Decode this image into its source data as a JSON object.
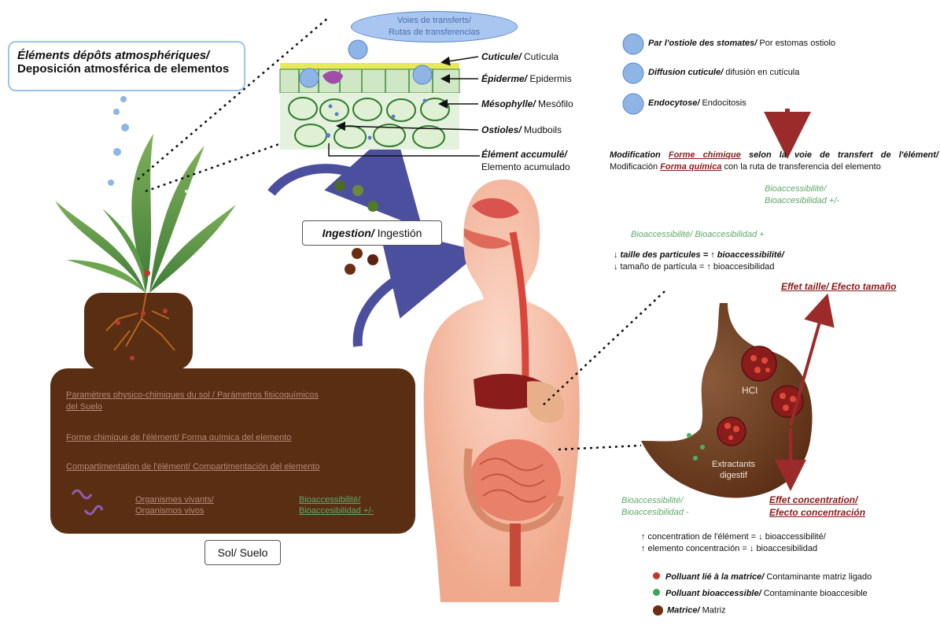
{
  "atmospheric_box": {
    "line1": "Éléments dépôts atmosphériques/",
    "line2": "Deposición atmosférica de elementos"
  },
  "transfer_routes_bubble": {
    "line1": "Voies de transferts/",
    "line2": "Rutas de transferencias"
  },
  "leaf_labels": {
    "cuticle_fr": "Cuticule/",
    "cuticle_es": " Cutícula",
    "epidermis_fr": "Épiderme/",
    "epidermis_es": " Epidermis",
    "mesophyll_fr": "Mésophylle/",
    "mesophyll_es": " Mesófilo",
    "ostioles_fr": "Ostioles/",
    "ostioles_es": " Mudboils",
    "accum_fr": "Élément accumulé/",
    "accum_es": "Elemento acumulado"
  },
  "routes_legend": [
    {
      "fr": "Par l'ostiole des stomates/",
      "es": " Por estomas ostiolo"
    },
    {
      "fr": "Diffusion cuticule/",
      "es": " difusión en cutícula"
    },
    {
      "fr": "Endocytose/",
      "es": " Endocitosis"
    }
  ],
  "modification": {
    "fr_a": "Modification ",
    "fr_b": "Forme chimique",
    "fr_c": " selon la voie de transfert de l'élément/",
    "es_a": " Modificación ",
    "es_b": "Forma química",
    "es_c": " con la ruta de transferencia del elemento"
  },
  "bioacc_pm": {
    "line1": "Bioaccessibilité/",
    "line2": "Bioaccesibilidad +/-"
  },
  "bioacc_plus": "Bioaccessibilité/ Bioaccesibilidad +",
  "particle": {
    "line1_a": "↓ taille des particules = ↑ bioaccessibilité/",
    "line2": "↓ tamaño de partícula = ↑ bioaccesibilidad"
  },
  "size_effect": "Effet taille/ Efecto tamaño",
  "ingestion": {
    "fr": "Ingestion/",
    "es": " Ingestión"
  },
  "stomach": {
    "hcl": "HCl",
    "extract1": "Extractants",
    "extract2": "digestif"
  },
  "bioacc_minus": {
    "line1": "Bioaccessibilité/",
    "line2": "Bioaccesibilidad -"
  },
  "concentration_effect": {
    "line1": "Effet concentration/",
    "line2": "Efecto concentración"
  },
  "concentration_text": {
    "line1": "↑ concentration de l'élément = ↓ bioaccessibilité/",
    "line2": "↑ elemento concentración = ↓ bioaccesibilidad"
  },
  "legend": [
    {
      "fr": "Polluant lié à la matrice/",
      "es": " Contaminante matriz ligado",
      "color": "#c0392b"
    },
    {
      "fr": "Polluant bioaccessible/",
      "es": " Contaminante bioaccesible",
      "color": "#3fa45b"
    },
    {
      "fr": "Matrice/",
      "es": " Matriz",
      "color": "#6b2e12"
    }
  ],
  "soil_box": {
    "row1a": "Paramètres physico-chimiques du sol / Parámetros fisicoquímicos",
    "row1b": "del Suelo",
    "row2": "Forme chimique de l'élément/ Forma química del elemento",
    "row3": "Compartimentation de l'élément/ Compartimentación del elemento",
    "organisms1": "Organismes vivants/",
    "organisms2": "Organismos vivos",
    "bio1": "Bioaccessibilité/",
    "bio2": "Bioaccesibilidad +/-"
  },
  "soil_label": "Sol/ Suelo",
  "colors": {
    "soil": "#5a2e12",
    "leaf": "#4f8a3a",
    "arrow_blue": "#4c4f9e",
    "arrow_red": "#9b2b2b",
    "route_circle": "#8fb4e6",
    "stomach": "#6b3d1f"
  }
}
